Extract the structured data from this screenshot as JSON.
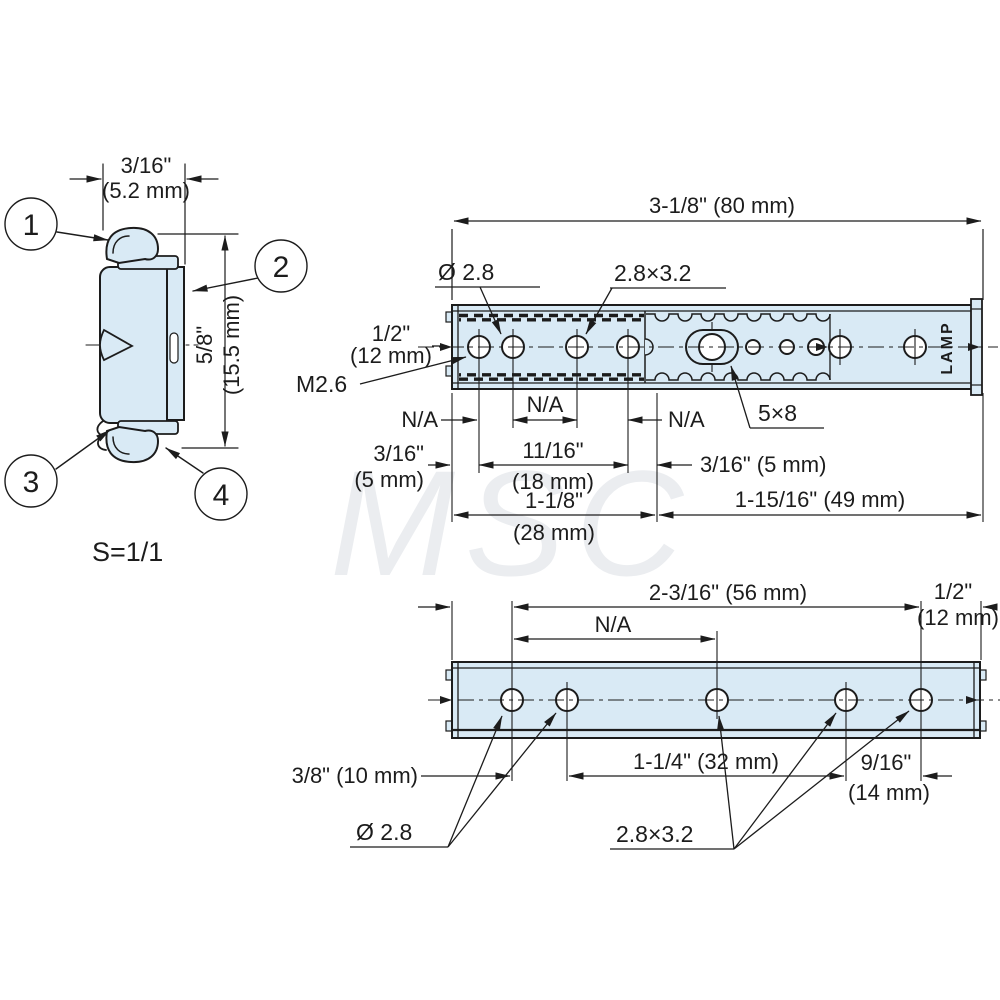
{
  "watermark": "MSC",
  "colors": {
    "part_fill": "#d9eaf5",
    "line": "#1c1c1c"
  },
  "section_view": {
    "width_dim": {
      "inch": "3/16\"",
      "mm": "(5.2 mm)"
    },
    "height_dim": {
      "inch": "5/8\"",
      "mm": "(15.5 mm)"
    },
    "callouts": {
      "c1": "1",
      "c2": "2",
      "c3": "3",
      "c4": "4"
    },
    "scale_label": "S=1/1"
  },
  "top_view": {
    "overall_dim": "3-1/8\" (80 mm)",
    "brand": "LAMP",
    "labels": {
      "hole_dia": "Ø 2.8",
      "slot": "2.8×3.2",
      "thread": "M2.6",
      "end_inch": "1/2\"",
      "end_mm": "(12 mm)",
      "center_slot": "5×8"
    },
    "dims": {
      "na_left": "N/A",
      "na_mid": "N/A",
      "na_right": "N/A",
      "left_inch": "3/16\"",
      "left_mm": "(5 mm)",
      "mid_inch": "11/16\"",
      "mid_mm": "(18 mm)",
      "right_small": "3/16\" (5 mm)",
      "group_inch": "1-1/8\"",
      "group_mm": "(28 mm)",
      "right_group": "1-15/16\" (49 mm)"
    }
  },
  "bottom_view": {
    "dims": {
      "overall": "2-3/16\" (56 mm)",
      "end_inch": "1/2\"",
      "end_mm": "(12 mm)",
      "na": "N/A",
      "edge": "3/8\" (10 mm)",
      "pitch": "1-1/4\" (32 mm)",
      "end_pitch_inch": "9/16\"",
      "end_pitch_mm": "(14 mm)"
    },
    "labels": {
      "hole_dia": "Ø 2.8",
      "slot": "2.8×3.2"
    }
  }
}
